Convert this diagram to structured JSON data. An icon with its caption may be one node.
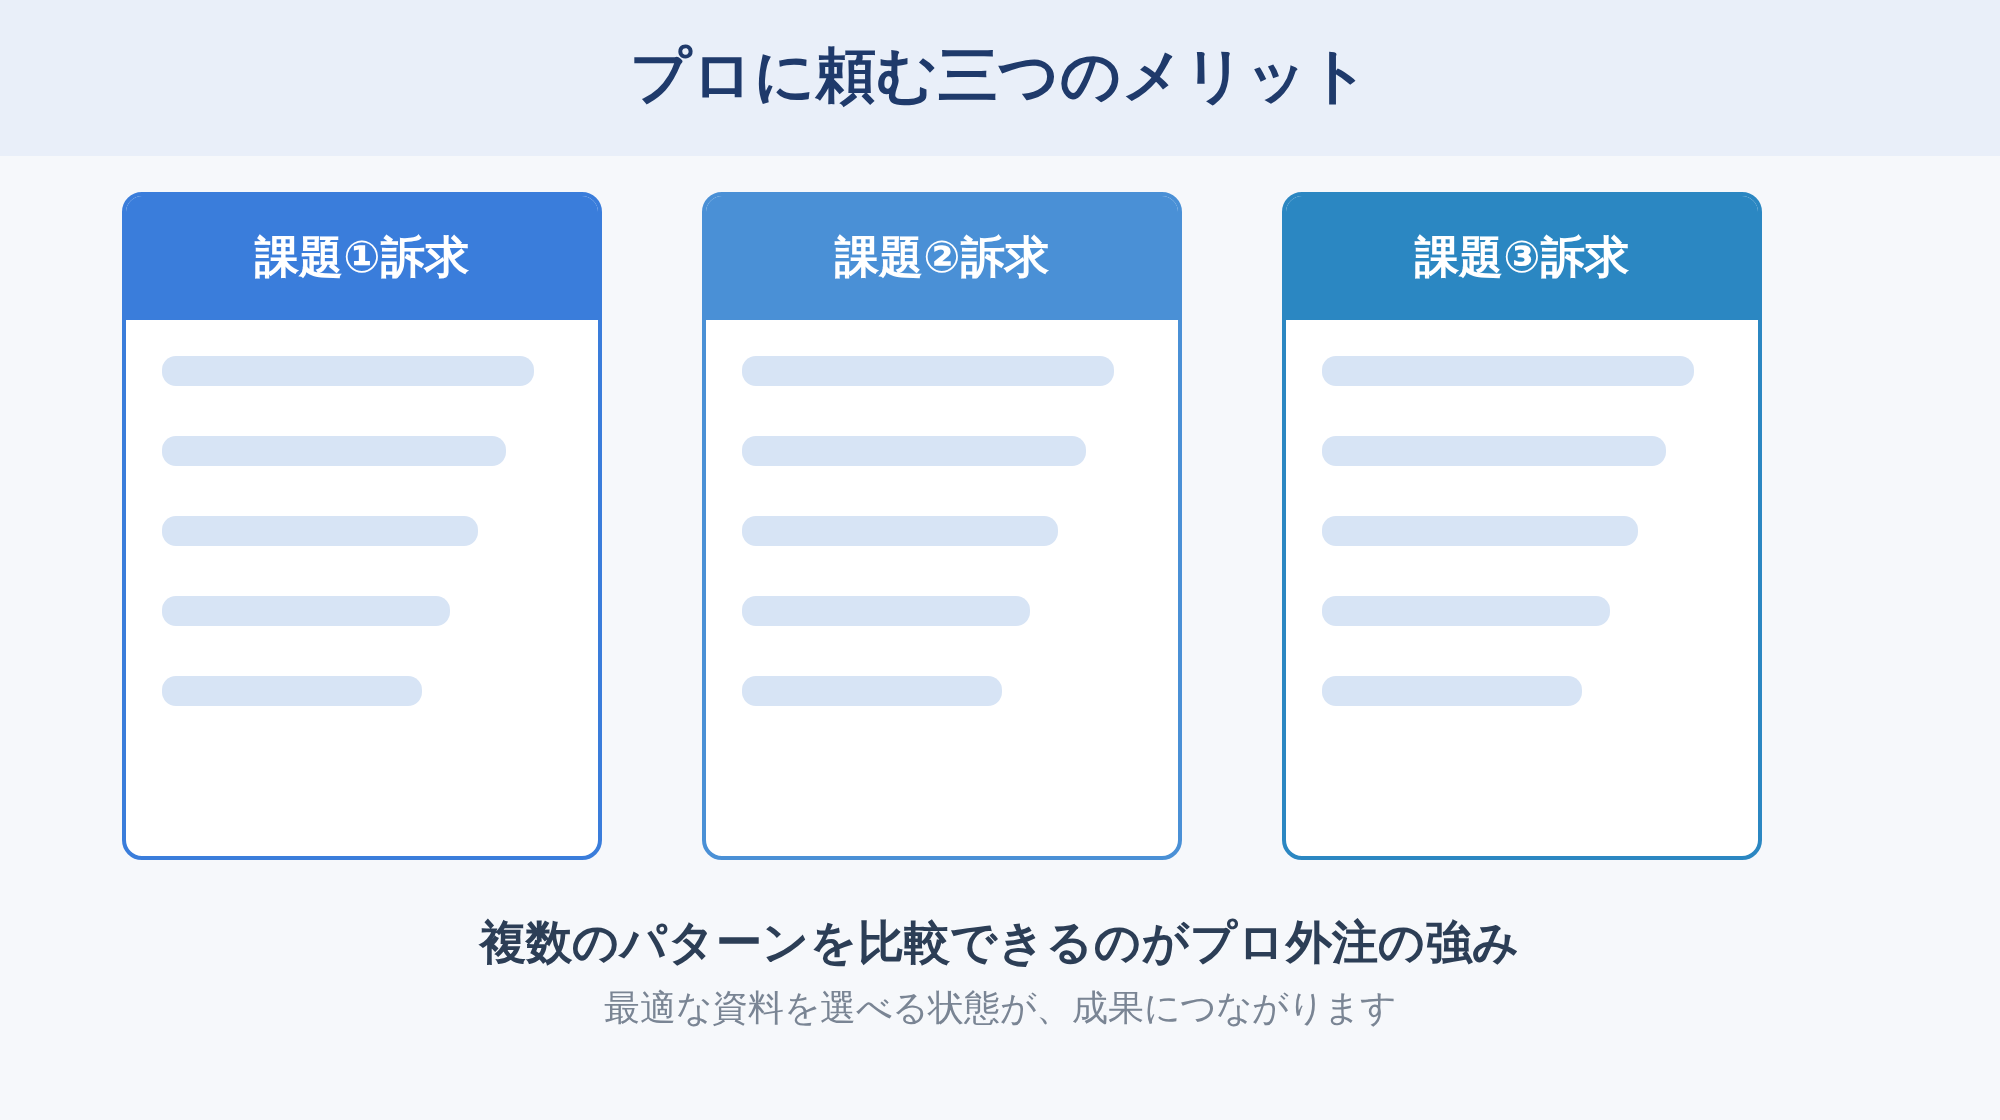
{
  "diagram": {
    "title": "プロに頼む三つのメリット",
    "nodes": [
      {
        "text": [
          "課題①訴求"
        ]
      },
      {
        "text": [
          "課題②訴求"
        ]
      },
      {
        "text": [
          "課題③訴求"
        ]
      }
    ],
    "caption": "複数のパターンを比較できるのがプロ外注の強み",
    "labels": [
      "最適な資料を選べる状態が、成果につながります"
    ]
  }
}
